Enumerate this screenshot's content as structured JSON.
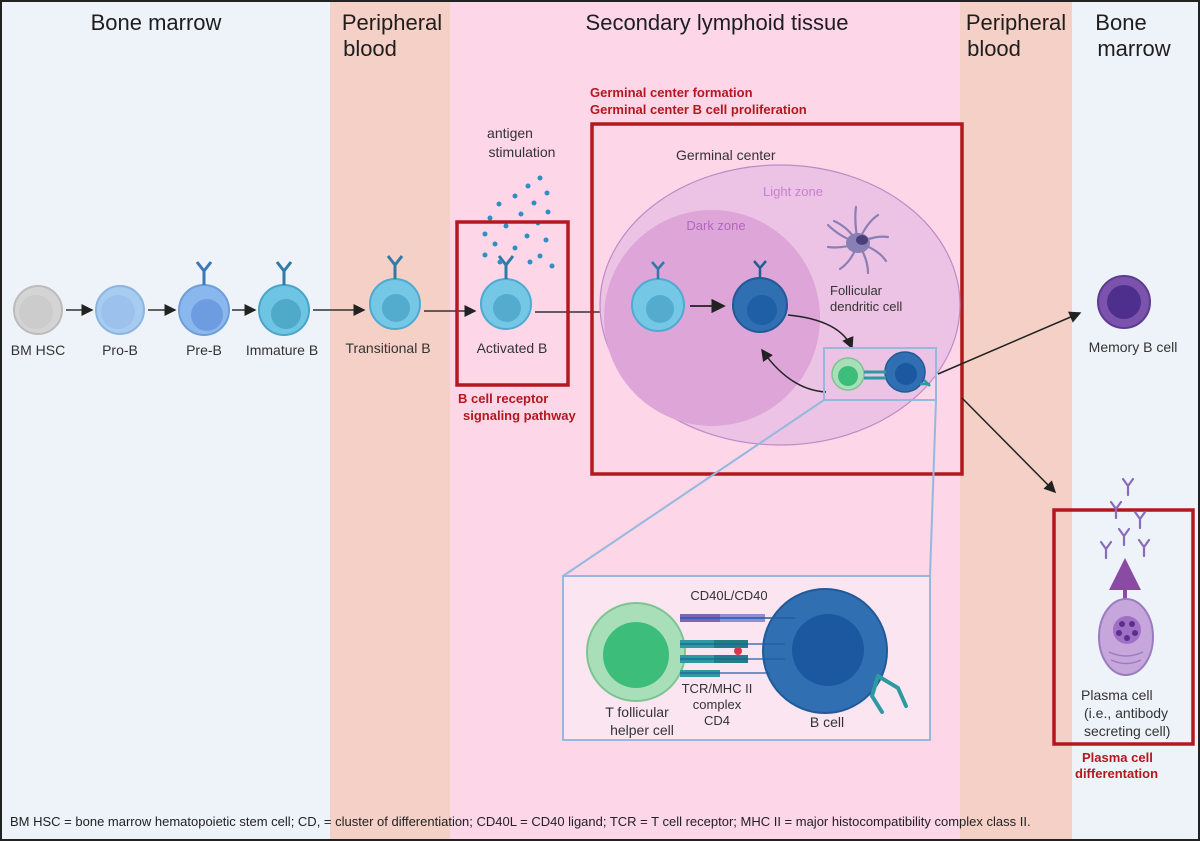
{
  "colors": {
    "bone_marrow_bg": "#eef3f9",
    "peripheral_blood_bg": "#f4d0c6",
    "lymphoid_bg": "#fdd6e8",
    "highlight_red": "#b3181f",
    "light_zone": "#ecc3e4",
    "dark_zone": "#dea5d9",
    "connector_blue": "#94b8de"
  },
  "regions": {
    "bone_marrow_left": "Bone marrow",
    "peripheral_blood_left": [
      "Peripheral",
      "blood"
    ],
    "secondary_lymphoid": "Secondary lymphoid tissue",
    "peripheral_blood_right": [
      "Peripheral",
      "blood"
    ],
    "bone_marrow_right": [
      "Bone",
      "marrow"
    ]
  },
  "cells": {
    "bm_hsc": "BM HSC",
    "pro_b": "Pro-B",
    "pre_b": "Pre-B",
    "immature_b": "Immature B",
    "transitional_b": "Transitional B",
    "activated_b": "Activated B",
    "memory_b": "Memory B cell",
    "plasma": [
      "Plasma cell",
      "(i.e., antibody",
      "secreting cell)"
    ]
  },
  "antigen": [
    "antigen",
    "stimulation"
  ],
  "germinal": {
    "title_red": [
      "Germinal center formation",
      "Germinal center B cell proliferation"
    ],
    "label": "Germinal center",
    "light_zone": "Light zone",
    "dark_zone": "Dark zone",
    "fdc": [
      "Follicular",
      "dendritic cell"
    ]
  },
  "bcr_pathway": [
    "B cell receptor",
    "signaling pathway"
  ],
  "plasma_diff": [
    "Plasma cell",
    "differentation"
  ],
  "inset": {
    "cd40": "CD40L/CD40",
    "tcr": [
      "TCR/MHC II",
      "complex",
      "CD4"
    ],
    "tfh": [
      "T follicular",
      "helper cell"
    ],
    "b_cell": "B cell"
  },
  "footnote": "BM HSC = bone marrow hematopoietic stem cell; CD, = cluster of differentiation; CD40L = CD40 ligand; TCR = T cell receptor; MHC II =  major histocompatibility complex class II."
}
